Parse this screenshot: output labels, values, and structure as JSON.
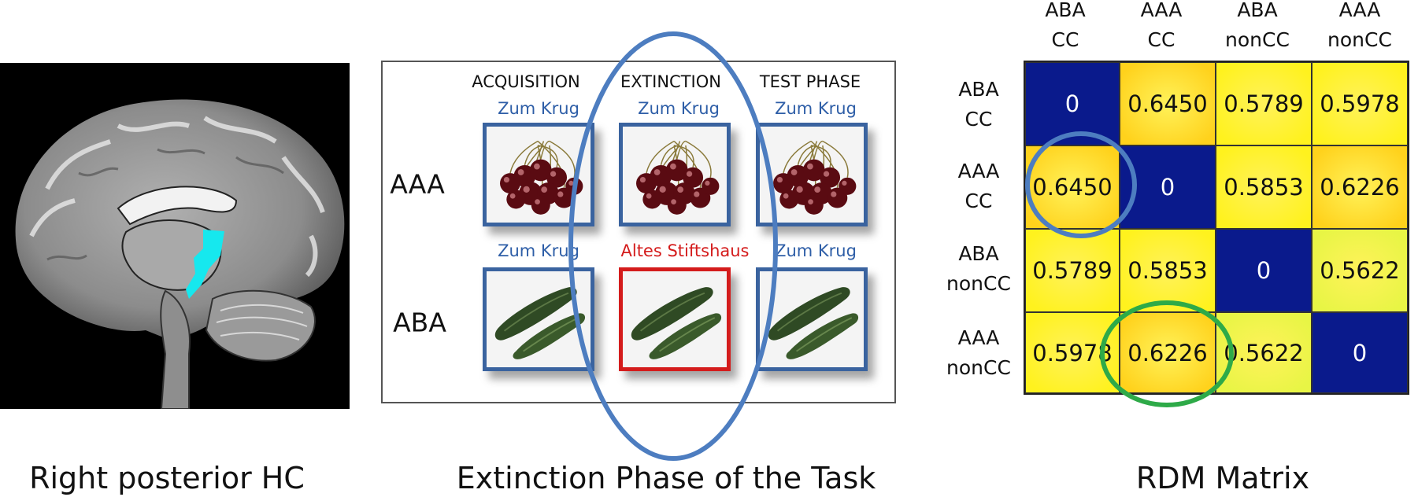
{
  "panels": {
    "brain": {
      "caption": "Right posterior HC"
    },
    "task": {
      "caption": "Extinction Phase of the Task",
      "phases": [
        "ACQUISITION",
        "EXTINCTION",
        "TEST PHASE"
      ],
      "rows": [
        {
          "label": "AAA",
          "stimulus": "cherries",
          "contexts": [
            "Zum Krug",
            "Zum Krug",
            "Zum Krug"
          ]
        },
        {
          "label": "ABA",
          "stimulus": "zucchini",
          "contexts": [
            "Zum Krug",
            "Altes Stiftshaus",
            "Zum Krug"
          ]
        }
      ]
    },
    "rdm": {
      "caption": "RDM  Matrix",
      "col_labels": [
        [
          "ABA",
          "CC"
        ],
        [
          "AAA",
          "CC"
        ],
        [
          "ABA",
          "nonCC"
        ],
        [
          "AAA",
          "nonCC"
        ]
      ],
      "row_labels": [
        [
          "ABA",
          "CC"
        ],
        [
          "AAA",
          "CC"
        ],
        [
          "ABA",
          "nonCC"
        ],
        [
          "AAA",
          "nonCC"
        ]
      ],
      "values": [
        [
          "0",
          "0.6450",
          "0.5789",
          "0.5978"
        ],
        [
          "0.6450",
          "0",
          "0.5853",
          "0.6226"
        ],
        [
          "0.5789",
          "0.5853",
          "0",
          "0.5622"
        ],
        [
          "0.5978",
          "0.6226",
          "0.5622",
          "0"
        ]
      ]
    }
  },
  "colors": {
    "diagonal": "#0a1a8c",
    "high": "#ffd21c",
    "mid": "#fff21e",
    "low": "#e8f545",
    "context_same": "#2e5ea7",
    "context_diff": "#d41c1c",
    "highlight_blue": "#4d7dc0",
    "highlight_green": "#2eaa48",
    "roi": "#16e8ee"
  }
}
